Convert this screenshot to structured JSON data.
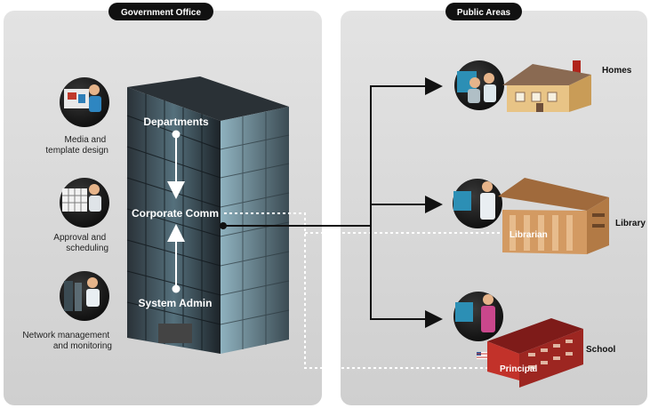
{
  "panels": {
    "left_title": "Government Office",
    "right_title": "Public Areas"
  },
  "left_roles": {
    "media": "Media and\ntemplate design",
    "approval": "Approval and\nscheduling",
    "network": "Network management\nand monitoring"
  },
  "building": {
    "departments": "Departments",
    "corporate": "Corporate Comm",
    "sysadmin": "System Admin"
  },
  "destinations": {
    "homes": "Homes",
    "library": "Library",
    "school": "School",
    "librarian": "Librarian",
    "principal": "Principal"
  },
  "colors": {
    "panel_bg": "#d9d9d9",
    "title_pill": "#111111",
    "arrow": "#111111",
    "dashed_line": "#ffffff",
    "tower_dark": "#1f262c",
    "tower_glass": "#6f8f9c"
  }
}
